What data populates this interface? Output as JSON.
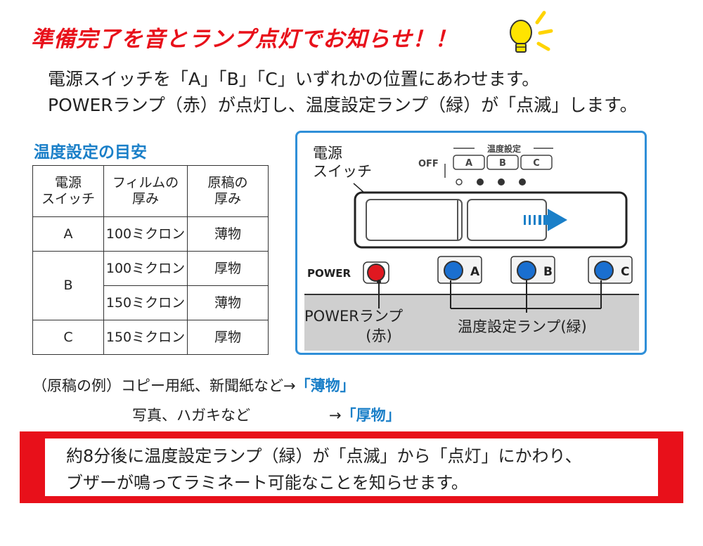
{
  "headline": "準備完了を音とランプ点灯でお知らせ！！",
  "intro": {
    "line1": "電源スイッチを「A」「B」「C」いずれかの位置にあわせます。",
    "line2": "POWERランプ（赤）が点灯し、温度設定ランプ（緑）が「点滅」します。"
  },
  "guide": {
    "title": "温度設定の目安",
    "headers": [
      "電源スイッチ",
      "フィルムの厚み",
      "原稿の厚み"
    ],
    "rows": [
      {
        "switch": "A",
        "film": "100ミクロン",
        "original": "薄物"
      },
      {
        "switch": "B",
        "film": "100ミクロン",
        "original": "厚物"
      },
      {
        "switch": "",
        "film": "150ミクロン",
        "original": "薄物"
      },
      {
        "switch": "C",
        "film": "150ミクロン",
        "original": "厚物"
      }
    ]
  },
  "panel": {
    "switch_label_1": "電源",
    "switch_label_2": "スイッチ",
    "temp_setting_label": "温度設定",
    "off_label": "OFF",
    "positions": [
      "A",
      "B",
      "C"
    ],
    "power_label": "POWER",
    "power_lamp_label_1": "POWERランプ",
    "power_lamp_label_2": "(赤)",
    "temp_lamp_label": "温度設定ランプ(緑)",
    "colors": {
      "frame": "#2f8fd8",
      "power_lamp": "#e01820",
      "temp_lamp": "#1a6fd0",
      "base": "#cfcfcf",
      "arrow": "#1a7fc8"
    }
  },
  "examples": {
    "line1_text": "（原稿の例）コピー用紙、新聞紙など→",
    "line1_value": "「薄物」",
    "line2_text": "写真、ハガキなど",
    "line2_arrow": "→",
    "line2_value": "「厚物」"
  },
  "notice": {
    "line1": "約8分後に温度設定ランプ（緑）が「点滅」から「点灯」にかわり、",
    "line2": "ブザーが鳴ってラミネート可能なことを知らせます。"
  }
}
